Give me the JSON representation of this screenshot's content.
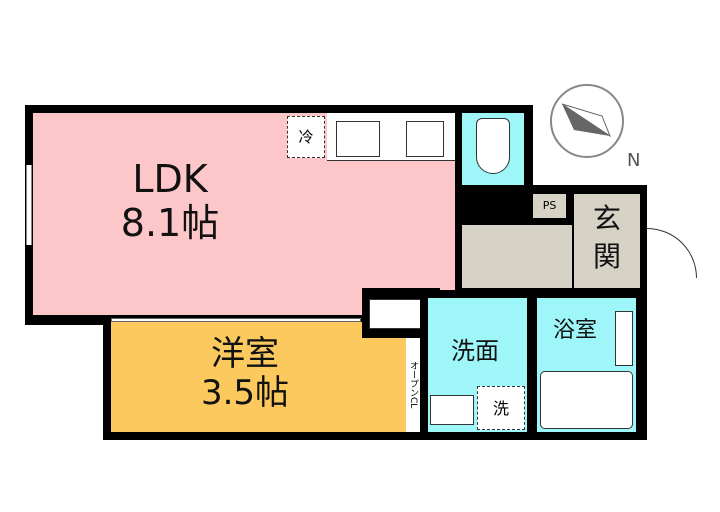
{
  "rooms": {
    "ldk": {
      "name": "LDK",
      "size": "8.1帖",
      "color": "#fdc6c8"
    },
    "western": {
      "name": "洋室",
      "size": "3.5帖",
      "color": "#fbc95e"
    },
    "washroom": {
      "name": "洗面",
      "color": "#9ef6f8"
    },
    "bath": {
      "name": "浴室",
      "color": "#9ef6f8"
    },
    "entrance": {
      "name": "玄関",
      "color": "#d6d2c6"
    },
    "toilet": {
      "color": "#9ef6f8"
    }
  },
  "labels": {
    "fridge": "冷",
    "washer": "洗",
    "ps": "PS",
    "closet": "オープンCL"
  },
  "compass": {
    "north": "N"
  }
}
